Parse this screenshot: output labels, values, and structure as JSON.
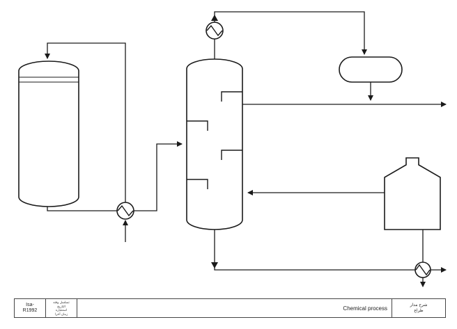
{
  "colors": {
    "line": "#1a1a1a",
    "background": "#ffffff",
    "title_block_border": "#444444"
  },
  "title_block": {
    "code_line1": "Isa-",
    "code_line2": "R1992",
    "notes": [
      "تسلسل وقته",
      "التاريخ",
      "استشاره",
      "زمان أخرا"
    ],
    "title": "Chemical process",
    "right_line1": "شرح مدار",
    "right_line2": "طراع"
  }
}
